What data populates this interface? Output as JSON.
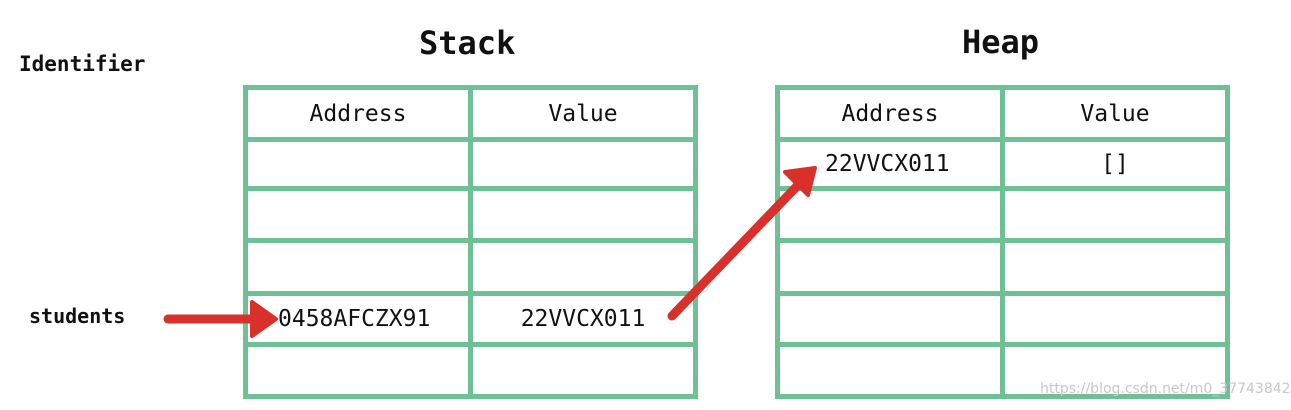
{
  "titles": {
    "stack": "Stack",
    "heap": "Heap",
    "identifier": "Identifier"
  },
  "identifiers": [
    "students"
  ],
  "stack": {
    "headers": [
      "Address",
      "Value"
    ],
    "rows": [
      [
        "",
        ""
      ],
      [
        "",
        ""
      ],
      [
        "",
        ""
      ],
      [
        "0458AFCZX91",
        "22VVCX011"
      ],
      [
        "",
        ""
      ]
    ]
  },
  "heap": {
    "headers": [
      "Address",
      "Value"
    ],
    "rows": [
      [
        "22VVCX011",
        "[]"
      ],
      [
        "",
        ""
      ],
      [
        "",
        ""
      ],
      [
        "",
        ""
      ],
      [
        "",
        ""
      ]
    ]
  },
  "colors": {
    "grid": "#6fc195",
    "arrow": "#d9302c"
  },
  "watermark": "https://blog.csdn.net/m0_37743842"
}
